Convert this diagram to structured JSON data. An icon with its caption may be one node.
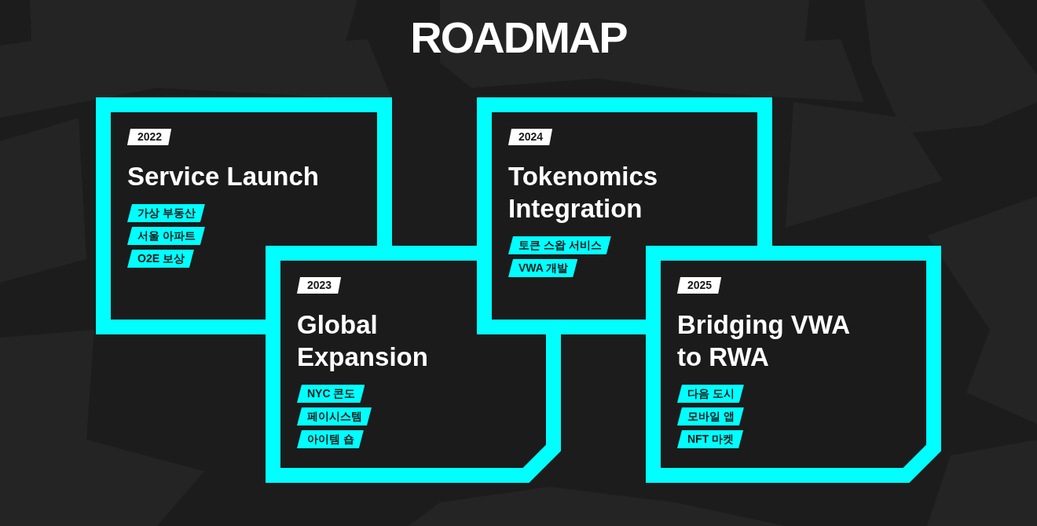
{
  "diagram": {
    "title": "ROADMAP",
    "nodes": [
      {
        "text": [
          "Service Launch"
        ]
      },
      {
        "text": [
          "2022"
        ],
        "in": 0
      },
      {
        "text": [
          "가상 부동산"
        ],
        "in": 0
      },
      {
        "text": [
          "서울 아파트"
        ],
        "in": 0
      },
      {
        "text": [
          "O2E 보상"
        ],
        "in": 0
      },
      {
        "text": [
          "Global Expansion"
        ]
      },
      {
        "text": [
          "2023"
        ]
      },
      {
        "text": [
          "NYC 콘도"
        ],
        "in": 5
      },
      {
        "text": [
          "페이시스템"
        ],
        "in": 5
      },
      {
        "text": [
          "아이템 숍"
        ],
        "in": 5
      },
      {
        "text": [
          "Tokenomics Integration"
        ]
      },
      {
        "text": [
          "2024"
        ],
        "in": 10
      },
      {
        "text": [
          "토큰 스왑 서비스"
        ],
        "in": 10
      },
      {
        "text": [
          "VWA 개발"
        ],
        "in": 10
      },
      {
        "text": [
          "Bridging VWA to RWA"
        ]
      },
      {
        "text": [
          "2025"
        ]
      },
      {
        "text": [
          "다음 도시"
        ],
        "in": 14
      },
      {
        "text": [
          "모바일 앱"
        ],
        "in": 14
      },
      {
        "text": [
          "NFT 마켓"
        ],
        "in": 14
      }
    ]
  }
}
